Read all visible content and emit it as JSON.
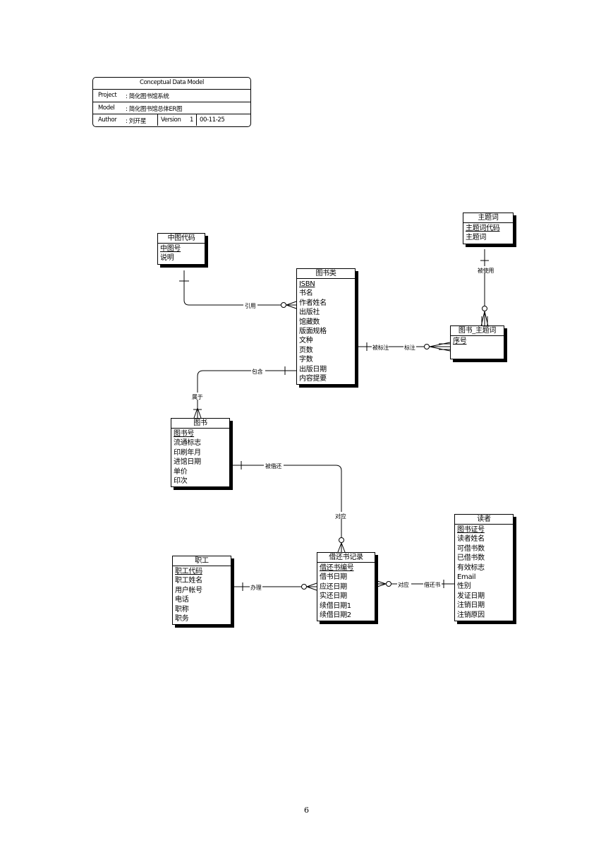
{
  "header": {
    "title": "Conceptual Data Model",
    "project_label": "Project",
    "project_value": ": 简化图书馆系统",
    "model_label": "Model",
    "model_value": ": 简化图书馆总体ER图",
    "author_label": "Author",
    "author_value": ": 刘开星",
    "version_label": "Version",
    "version_value": "1",
    "date": "00-11-25"
  },
  "entities": {
    "zhongtu": {
      "name": "中图代码",
      "attrs": [
        "中图号",
        "说明"
      ]
    },
    "zhuti": {
      "name": "主题词",
      "attrs": [
        "主题词代码",
        "主题词"
      ]
    },
    "tushulei": {
      "name": "图书类",
      "attrs": [
        "ISBN",
        "书名",
        "作者姓名",
        "出版社",
        "馆藏数",
        "版面规格",
        "文种",
        "页数",
        "字数",
        "出版日期",
        "内容提要"
      ]
    },
    "tushu_zhuti": {
      "name": "图书_主题词",
      "attrs": [
        "序号"
      ]
    },
    "tushu": {
      "name": "图书",
      "attrs": [
        "图书号",
        "流通标志",
        "印刷年月",
        "进馆日期",
        "单价",
        "印次"
      ]
    },
    "duzhe": {
      "name": "读者",
      "attrs": [
        "图书证号",
        "读者姓名",
        "可借书数",
        "已借书数",
        "有效标志",
        "Email",
        "性别",
        "发证日期",
        "注销日期",
        "注销原因"
      ]
    },
    "zhigong": {
      "name": "职工",
      "attrs": [
        "职工代码",
        "职工姓名",
        "用户帐号",
        "电话",
        "职称",
        "职务"
      ]
    },
    "jiehuan": {
      "name": "借还书记录",
      "attrs": [
        "借还书编号",
        "借书日期",
        "应还日期",
        "实还日期",
        "续借日期1",
        "续借日期2"
      ]
    }
  },
  "relations": {
    "yinyong": "引用",
    "beishiyong": "被使用",
    "beibiaozhu": "被标注",
    "biaozhu": "标注",
    "baohan": "包含",
    "shuyu": "属于",
    "beijieyue": "被借还",
    "duiying1": "对应",
    "banli": "办理",
    "duiying2": "对应",
    "jiehuanshu": "借还书"
  },
  "page_number": "6"
}
